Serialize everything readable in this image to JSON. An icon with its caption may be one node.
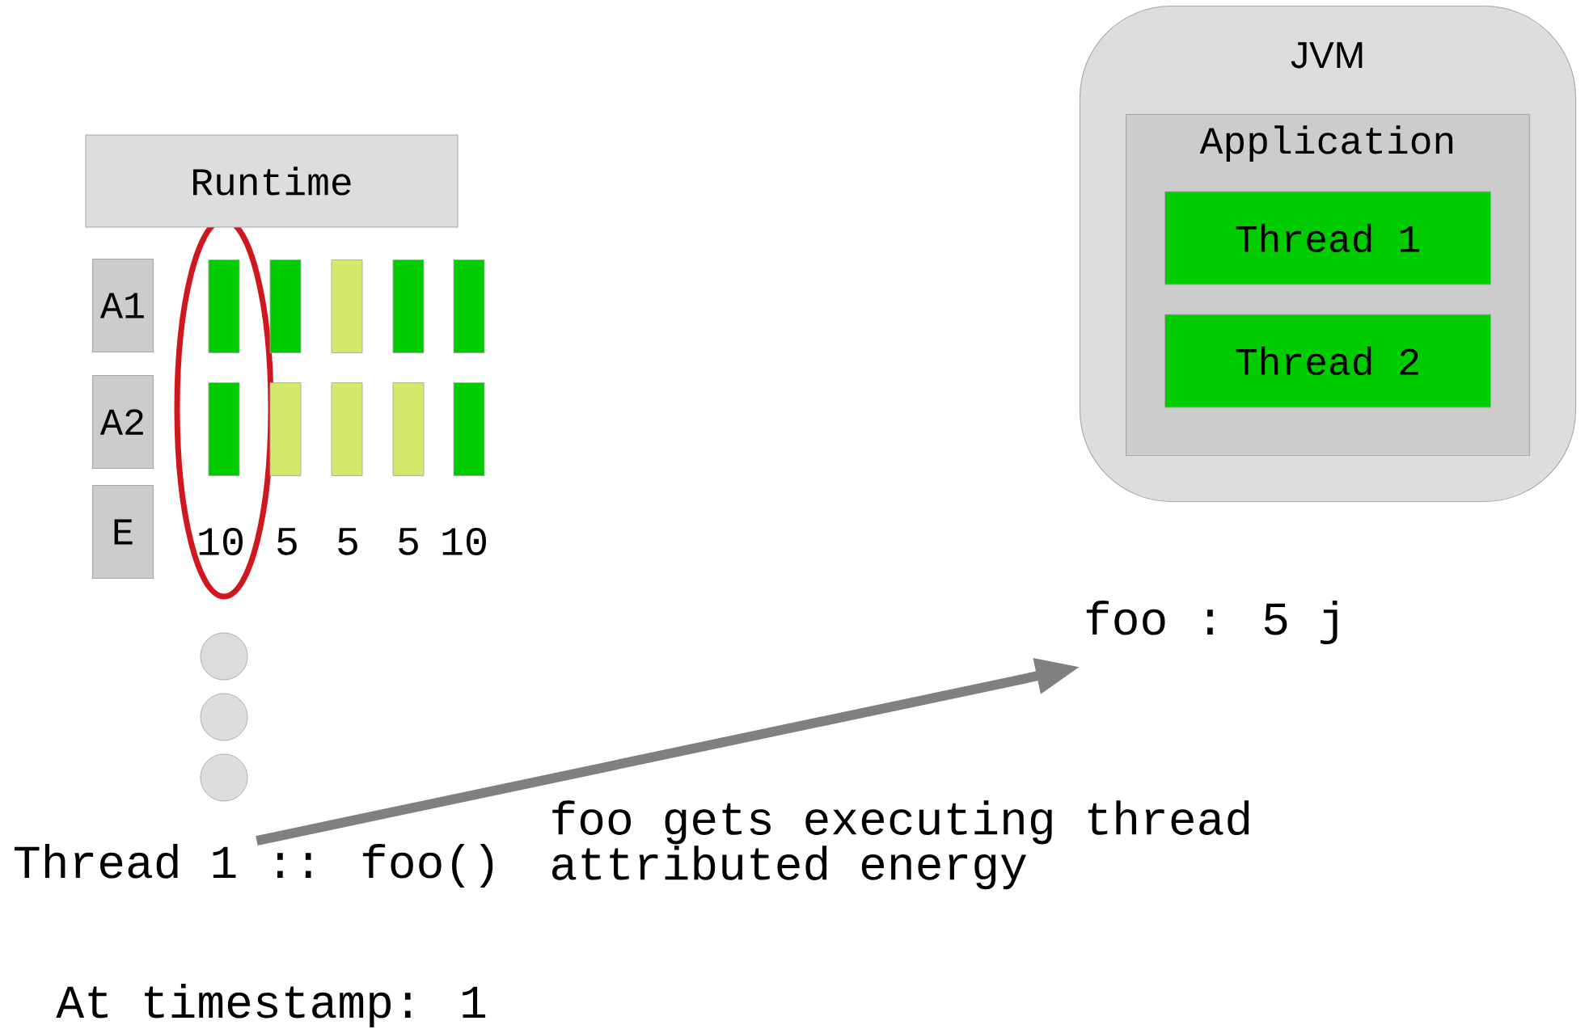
{
  "diagram": {
    "nodes": [
      {
        "text": [
          "JVM"
        ]
      },
      {
        "text": [
          "Application"
        ],
        "in": 0
      },
      {
        "text": [
          "Thread 1"
        ],
        "in": 1
      },
      {
        "text": [
          "Thread 2"
        ],
        "in": 1
      },
      {
        "text": [
          "Runtime"
        ]
      },
      {
        "text": [
          "A1"
        ]
      },
      {
        "text": [],
        "shape": "bar"
      },
      {
        "text": [],
        "shape": "bar"
      },
      {
        "text": [],
        "shape": "bar"
      },
      {
        "text": [],
        "shape": "bar"
      },
      {
        "text": [],
        "shape": "bar"
      },
      {
        "text": [
          "A2"
        ]
      },
      {
        "text": [],
        "shape": "bar"
      },
      {
        "text": [],
        "shape": "bar"
      },
      {
        "text": [],
        "shape": "bar"
      },
      {
        "text": [],
        "shape": "bar"
      },
      {
        "text": [],
        "shape": "bar"
      },
      {
        "text": [
          "E"
        ]
      },
      {
        "text": [
          "foo : 5 j"
        ]
      },
      {
        "text": [
          "Thread 1 :: foo()"
        ]
      }
    ],
    "edges": [
      {
        "from": 19,
        "to": 18,
        "arrow": "to",
        "color": "#808080"
      }
    ],
    "labels": [
      "10",
      "5",
      "5",
      "5",
      "10",
      "foo gets executing thread attributed energy",
      "At timestamp: 1"
    ]
  }
}
